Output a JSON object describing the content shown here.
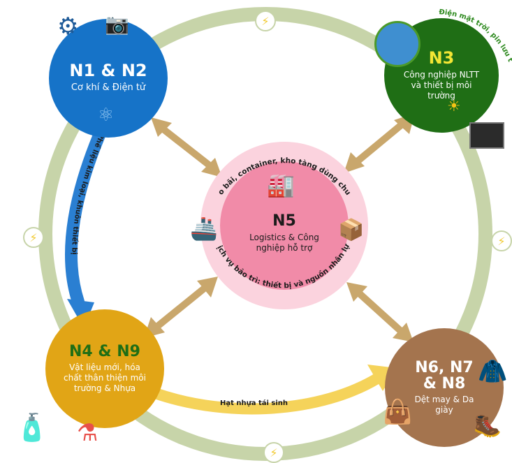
{
  "colors": {
    "ring": "#c7d4a9",
    "n12": "#1673c8",
    "n3": "#1f6e15",
    "n45": "#e1a516",
    "n678": "#a4744e",
    "n5": "#f18ba8",
    "n5_halo": "#fbd3de",
    "arrow_tan": "#c9a76c",
    "arrow_blue": "#2a7fd2",
    "arrow_yellow": "#f5d35a"
  },
  "nodes": {
    "n12": {
      "title": "N1 & N2",
      "subtitle": "Cơ khí & Điện tử",
      "icons": [
        "gears-wrench-icon",
        "phone-robot-camera-icon",
        "atom-icon"
      ]
    },
    "n3": {
      "title": "N3",
      "subtitle": "Công nghiệp NLTT và thiết bị môi trường",
      "icons": [
        "earth-tree-icon",
        "solar-plant-icon",
        "battery-solar-icon"
      ]
    },
    "n45": {
      "title": "N4 & N9",
      "subtitle": "Vật liệu mới, hóa chất thân thiện môi trường & Nhựa",
      "icons": [
        "plastic-bottles-icon",
        "lab-flasks-icon"
      ]
    },
    "n678": {
      "title": "N6, N7 & N8",
      "subtitle": "Dệt may & Da giày",
      "icons": [
        "leather-jacket-icon",
        "handbag-icon",
        "boots-icon"
      ]
    },
    "n5": {
      "title": "N5",
      "subtitle": "Logistics & Công nghiệp hỗ trợ",
      "icons": [
        "warehouse-icon",
        "cargo-ship-icon",
        "boxes-icon"
      ]
    }
  },
  "labels": {
    "arc_top": "Kho bãi, container, kho tàng dùng chung",
    "arc_bottom": "Dịch vụ bảo trì: thiết bị và nguồn nhân lực",
    "flow_n12_n45": "Phế liệu kim loại, khuôn thiết bị",
    "flow_n45_n678": "Hạt nhựa tái sinh",
    "flow_n3": "Điện mặt trời, pin lưu trữ"
  }
}
